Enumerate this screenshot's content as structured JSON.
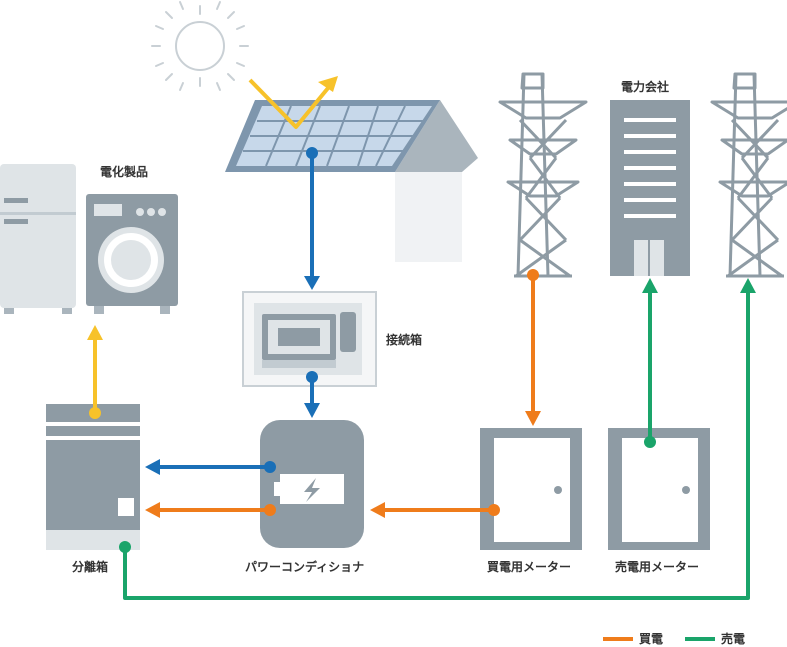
{
  "labels": {
    "appliances": "電化製品",
    "junction_box": "接続箱",
    "power_company": "電力会社",
    "distribution_board": "分離箱",
    "power_conditioner": "パワーコンディショナ",
    "buy_meter": "買電用メーター",
    "sell_meter": "売電用メーター"
  },
  "legend": [
    {
      "key": "buy",
      "label": "買電",
      "color": "#ef7c1b"
    },
    {
      "key": "sell",
      "label": "売電",
      "color": "#1aa46a"
    }
  ],
  "colors": {
    "solar": "#f7c22a",
    "dc_blue": "#1a6fb7",
    "buy_orange": "#ef7c1b",
    "sell_green": "#1aa46a",
    "equipment_gray": "#8e9ba4",
    "equipment_light": "#dfe4e7",
    "roof_blue": "#7ea0c0"
  }
}
